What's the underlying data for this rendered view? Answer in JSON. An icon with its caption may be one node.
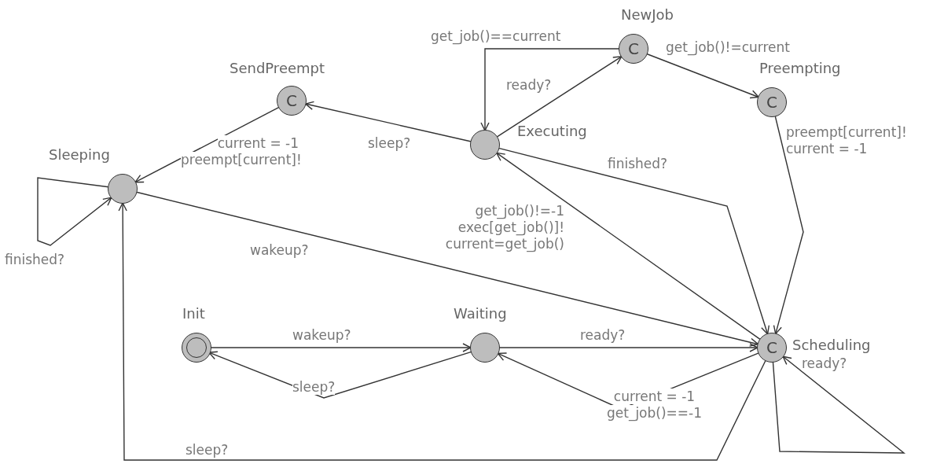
{
  "diagram": {
    "nodes": [
      {
        "text": [
          "C"
        ],
        "beside": [
          "NewJob"
        ]
      },
      {
        "text": [
          "C"
        ],
        "beside": [
          "SendPreempt"
        ]
      },
      {
        "text": [
          "C"
        ],
        "beside": [
          "Preempting"
        ]
      },
      {
        "text": [],
        "shape": "circle",
        "beside": [
          "Executing"
        ]
      },
      {
        "text": [],
        "shape": "circle",
        "beside": [
          "Sleeping"
        ]
      },
      {
        "text": [],
        "shape": "circle",
        "beside": [
          "Init"
        ]
      },
      {
        "text": [],
        "shape": "circle",
        "beside": [
          "Waiting"
        ]
      },
      {
        "text": [
          "C"
        ],
        "beside": [
          "Scheduling"
        ]
      }
    ],
    "edges": [
      {
        "from": 0,
        "to": 3,
        "arrow": "to",
        "label": "get_job()==current"
      },
      {
        "from": 3,
        "to": 0,
        "arrow": "to",
        "label": "ready?"
      },
      {
        "from": 0,
        "to": 2,
        "arrow": "to",
        "label": "get_job()!=current"
      },
      {
        "from": 3,
        "to": 1,
        "arrow": "to",
        "label": "sleep?"
      },
      {
        "from": 1,
        "to": 4,
        "arrow": "to",
        "label": "current = -1 preempt[current]!"
      },
      {
        "from": 4,
        "to": 4,
        "arrow": "to",
        "label": "finished?"
      },
      {
        "from": 3,
        "to": 7,
        "arrow": "to",
        "label": "finished?"
      },
      {
        "from": 2,
        "to": 7,
        "arrow": "to",
        "label": "preempt[current]! current = -1"
      },
      {
        "from": 7,
        "to": 3,
        "arrow": "to",
        "label": "get_job()!=-1 exec[get_job()]! current=get_job()"
      },
      {
        "from": 4,
        "to": 7,
        "arrow": "to",
        "label": "wakeup?"
      },
      {
        "from": 5,
        "to": 6,
        "arrow": "to",
        "label": "wakeup?"
      },
      {
        "from": 6,
        "to": 5,
        "arrow": "to",
        "label": "sleep?"
      },
      {
        "from": 6,
        "to": 7,
        "arrow": "to",
        "label": "ready?"
      },
      {
        "from": 7,
        "to": 6,
        "arrow": "to",
        "label": "current = -1 get_job()==-1"
      },
      {
        "from": 7,
        "to": 7,
        "arrow": "to",
        "label": "ready?"
      },
      {
        "from": 7,
        "to": 4,
        "arrow": "to",
        "label": "sleep?"
      }
    ]
  }
}
